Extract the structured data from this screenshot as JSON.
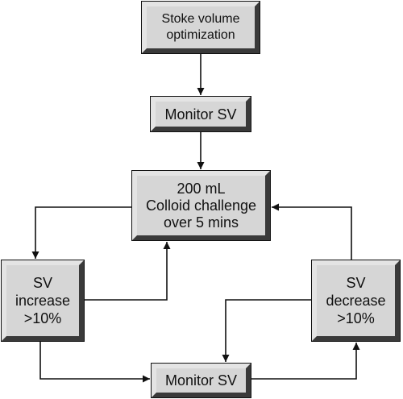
{
  "diagram": {
    "nodes": {
      "start": {
        "lines": [
          "Stoke volume",
          "optimization"
        ]
      },
      "monitor_first": {
        "lines": [
          "Monitor SV"
        ]
      },
      "challenge": {
        "lines": [
          "200 mL",
          "Colloid challenge",
          "over 5 mins"
        ]
      },
      "increase": {
        "lines": [
          "SV",
          "increase",
          ">10%"
        ]
      },
      "decrease": {
        "lines": [
          "SV",
          "decrease",
          ">10%"
        ]
      },
      "monitor_second": {
        "lines": [
          "Monitor SV"
        ]
      }
    },
    "edges": [
      {
        "from": "start",
        "to": "monitor_first"
      },
      {
        "from": "monitor_first",
        "to": "challenge"
      },
      {
        "from": "challenge",
        "to": "increase"
      },
      {
        "from": "increase",
        "to": "challenge"
      },
      {
        "from": "increase",
        "to": "monitor_second"
      },
      {
        "from": "monitor_second",
        "to": "decrease"
      },
      {
        "from": "decrease",
        "to": "challenge"
      },
      {
        "from": "decrease",
        "to": "monitor_second"
      }
    ],
    "colors": {
      "box_fill": "#d6d6d6",
      "bevel_light": "#e4e4e4",
      "bevel_dark": "#3a3a3a",
      "line": "#111111"
    }
  }
}
